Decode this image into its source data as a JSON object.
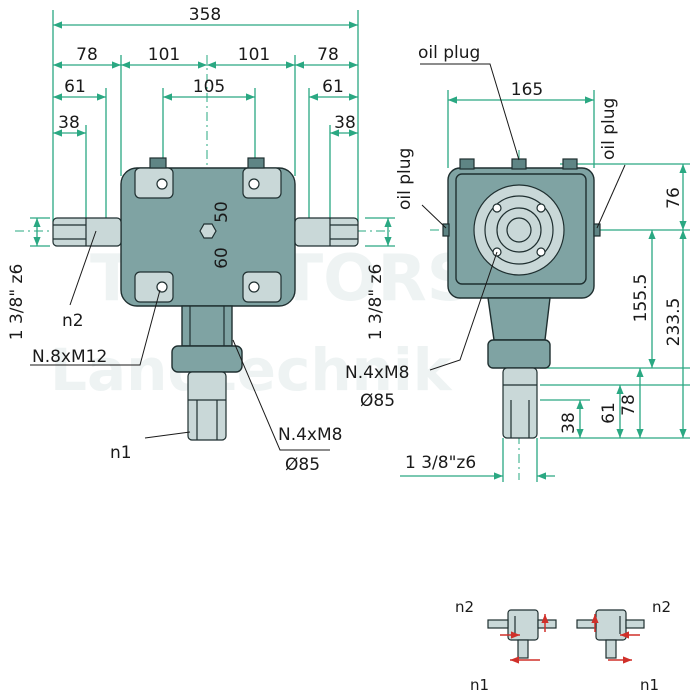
{
  "front_view": {
    "dims": {
      "overall_width": "358",
      "outer_78_left": "78",
      "span_101_left": "101",
      "span_101_right": "101",
      "outer_78_right": "78",
      "shaft_61_left": "61",
      "center_105": "105",
      "shaft_61_right": "61",
      "shaft_38_left": "38",
      "shaft_38_right": "38",
      "height_50": "50",
      "height_60": "60",
      "shaft_dia_left": "1 3/8\" z6",
      "shaft_dia_right": "1 3/8\" z6"
    },
    "labels": {
      "n2": "n2",
      "n1": "n1",
      "bolts_m12": "N.8xM12",
      "bolts_m8": "N.4xM8",
      "bolt_circle": "Ø85"
    }
  },
  "side_view": {
    "dims": {
      "width_165": "165",
      "height_76": "76",
      "height_155_5": "155.5",
      "height_233_5": "233.5",
      "shaft_38": "38",
      "shaft_61": "61",
      "shaft_78": "78",
      "shaft_dia": "1 3/8\"z6"
    },
    "labels": {
      "oil_plug_top": "oil plug",
      "oil_plug_left": "oil plug",
      "oil_plug_right": "oil plug",
      "bolts_m8": "N.4xM8",
      "bolt_circle": "Ø85"
    }
  },
  "rotation_diagrams": [
    {
      "top_label": "n2",
      "bottom_label": "n1"
    },
    {
      "top_label": "n2",
      "bottom_label": "n1"
    }
  ],
  "watermark": {
    "line1": "TRACTORS",
    "line2": "Landtechnik"
  },
  "colors": {
    "housing": "#7fa3a3",
    "dimension_lines": "#2aa882",
    "outline": "#1f2f30"
  }
}
